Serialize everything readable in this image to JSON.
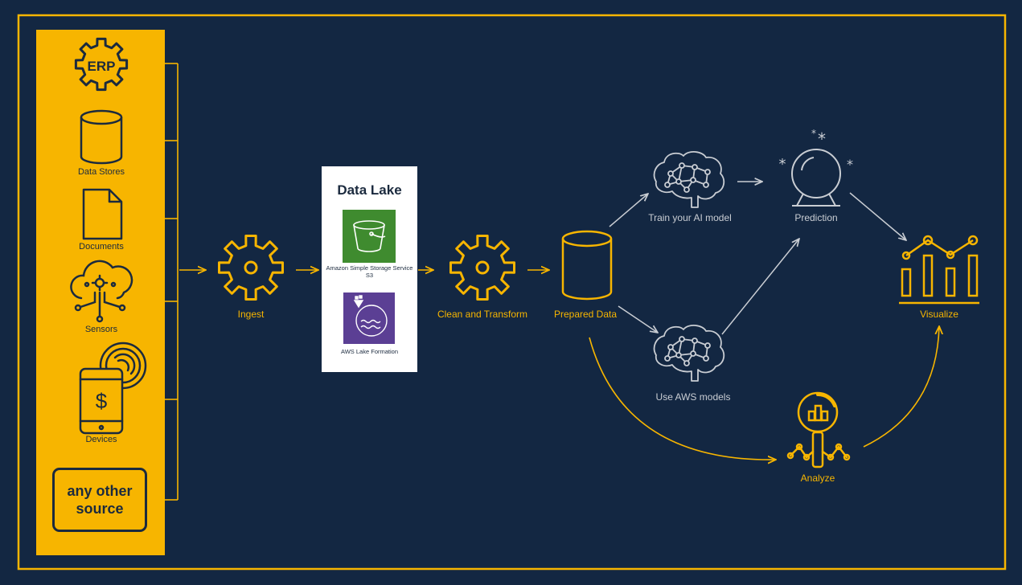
{
  "sources": {
    "erp_label": "ERP",
    "data_stores": "Data Stores",
    "documents": "Documents",
    "sensors": "Sensors",
    "devices": "Devices",
    "other": "any other source"
  },
  "pipeline": {
    "ingest": "Ingest",
    "clean_transform": "Clean and Transform",
    "prepared_data": "Prepared Data",
    "train_model": "Train your AI model",
    "use_aws_models": "Use AWS models",
    "prediction": "Prediction",
    "analyze": "Analyze",
    "visualize": "Visualize"
  },
  "data_lake": {
    "title": "Data Lake",
    "s3_caption": "Amazon Simple Storage Service S3",
    "lake_formation_caption": "AWS Lake Formation"
  },
  "colors": {
    "background": "#132742",
    "accent": "#f7b500",
    "muted": "#c9cdd3",
    "s3_green": "#3f8b2f",
    "lake_formation_purple": "#5b3f94"
  }
}
